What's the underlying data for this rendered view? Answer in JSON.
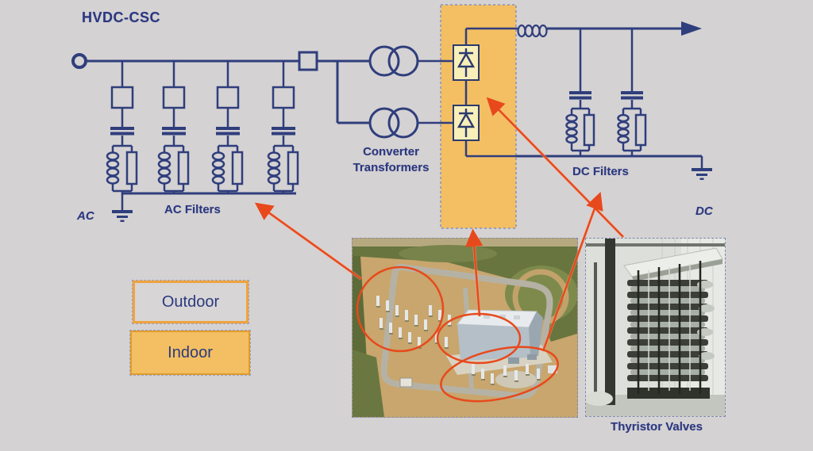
{
  "title": "HVDC-CSC",
  "schematic": {
    "ac_label": "AC",
    "ac_filters_label": "AC Filters",
    "converter_transformers_label": "Converter Transformers",
    "dc_filters_label": "DC Filters",
    "dc_label": "DC"
  },
  "legend": {
    "outdoor_label": "Outdoor",
    "indoor_label": "Indoor"
  },
  "photos": {
    "thyristor_caption": "Thyristor Valves"
  },
  "colors": {
    "background": "#d5d2d3",
    "circuit_navy": "#2f3e7c",
    "indoor_orange": "#f3bf62",
    "valve_yellow": "#f8efb9",
    "legend_border_orange": "#efa33b",
    "annotation_red": "#e8491c"
  }
}
